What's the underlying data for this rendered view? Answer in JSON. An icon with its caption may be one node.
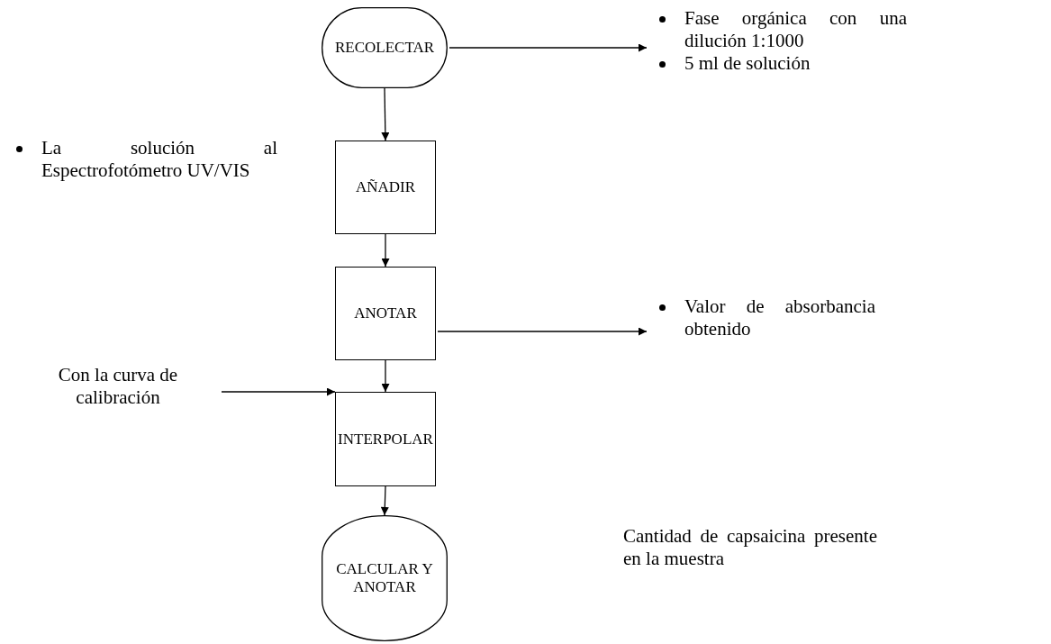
{
  "diagram": {
    "nodes": [
      {
        "text": [
          "RECOLECTAR"
        ]
      },
      {
        "text": [
          "Fase orgánica con una dilución 1:1000",
          "5 ml de solución"
        ]
      },
      {
        "text": [
          "AÑADIR"
        ],
        "beside": [
          "La solución al Espectrofotómetro UV/VIS"
        ]
      },
      {
        "text": [
          "ANOTAR"
        ]
      },
      {
        "text": [
          "Valor de absorbancia obtenido"
        ]
      },
      {
        "text": [
          "INTERPOLAR"
        ]
      },
      {
        "text": [
          "Con la curva de calibración"
        ]
      },
      {
        "text": [
          "CALCULAR Y ANOTAR"
        ]
      }
    ],
    "edges": [
      {
        "from": 0,
        "to": 1,
        "arrow": "to"
      },
      {
        "from": 0,
        "to": 2,
        "arrow": "to"
      },
      {
        "from": 2,
        "to": 3,
        "arrow": "to"
      },
      {
        "from": 3,
        "to": 4,
        "arrow": "to"
      },
      {
        "from": 3,
        "to": 5,
        "arrow": "to"
      },
      {
        "from": 6,
        "to": 5,
        "arrow": "to"
      },
      {
        "from": 5,
        "to": 7,
        "arrow": "to"
      }
    ],
    "labels": [
      "Cantidad de capsaicina presente en la muestra"
    ]
  }
}
